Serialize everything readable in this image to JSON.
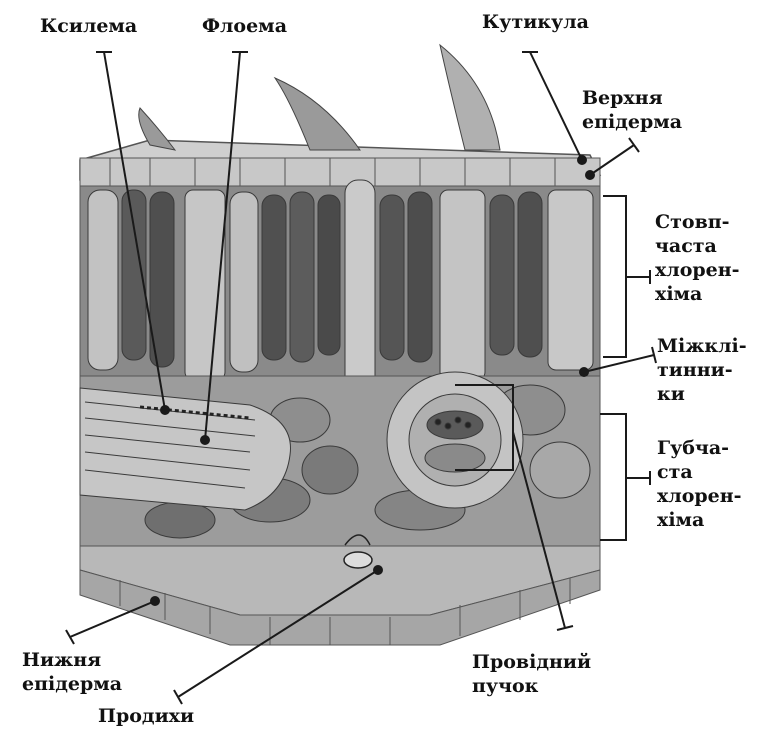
{
  "labels": {
    "xylem": "Ксилема",
    "phloem": "Флоема",
    "cuticle": "Кутикула",
    "upper_epidermis": [
      "Верхня",
      "епідерма"
    ],
    "palisade": [
      "Стовп-",
      "часта",
      "хлорен-",
      "хіма"
    ],
    "intercellular": [
      "Міжклі-",
      "тинни-",
      "ки"
    ],
    "spongy": [
      "Губча-",
      "ста",
      "хлорен-",
      "хіма"
    ],
    "lower_epidermis": [
      "Нижня",
      "епідерма"
    ],
    "vascular_bundle": [
      "Провідний",
      "пучок"
    ],
    "stomata": "Продихи"
  },
  "colors": {
    "cell_fill": "#bdbdbd",
    "cell_dark": "#6e6e6e",
    "palisade_dark": "#4f4f4f",
    "line": "#1a1a1a"
  }
}
